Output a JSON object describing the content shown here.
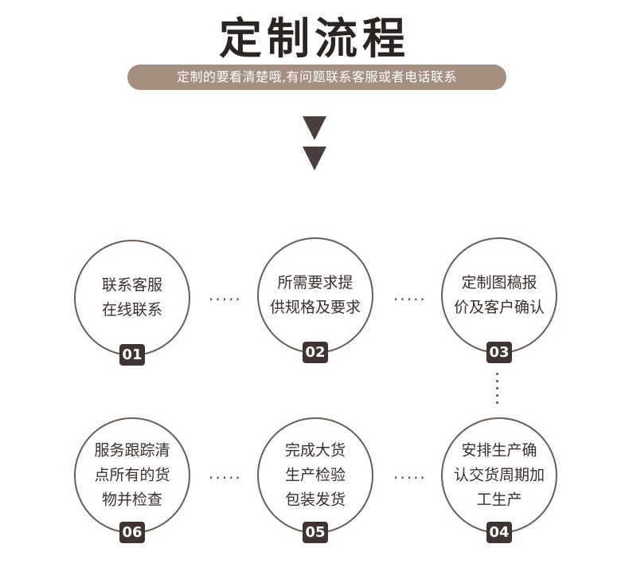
{
  "title": "定制流程",
  "subtitle": "定制的要看清楚哦,有问题联系客服或者电话联系",
  "colors": {
    "accent": "#a58f81",
    "badge": "#3f3431",
    "ring": "#6a5b55"
  },
  "steps": [
    {
      "num": "01",
      "text": "联系客服\n在线联系"
    },
    {
      "num": "02",
      "text": "所需要求提\n供规格及要求"
    },
    {
      "num": "03",
      "text": "定制图稿报\n价及客户确认"
    },
    {
      "num": "04",
      "text": "安排生产确\n认交货周期加\n工生产"
    },
    {
      "num": "05",
      "text": "完成大货\n生产检验\n包装发货"
    },
    {
      "num": "06",
      "text": "服务跟踪清\n点所有的货\n物并检查"
    }
  ],
  "connector": "·····"
}
